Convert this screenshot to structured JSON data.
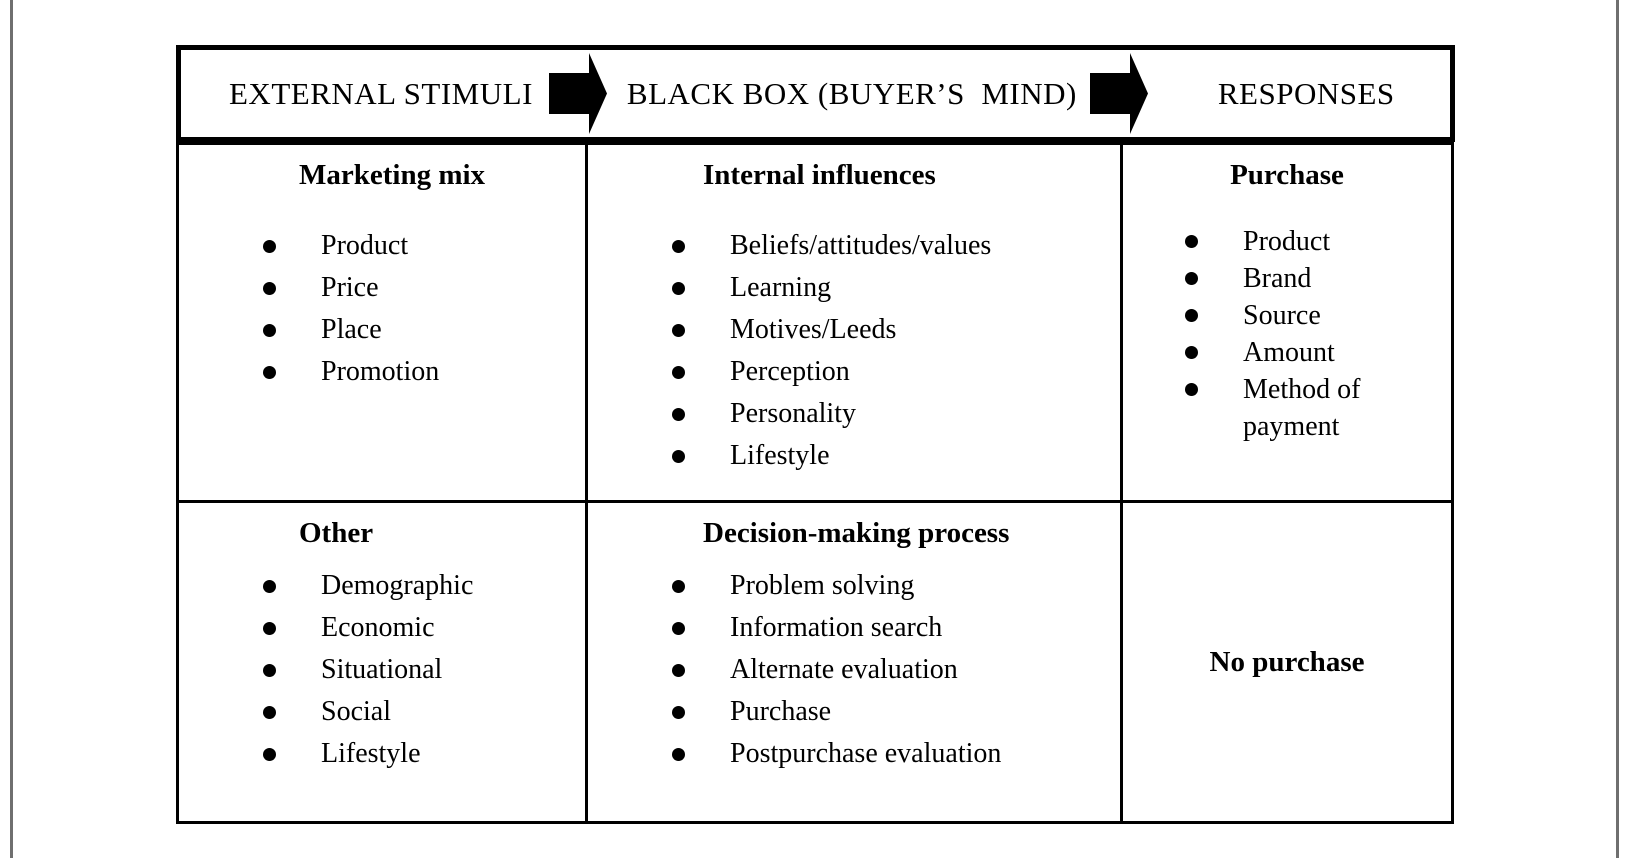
{
  "header": {
    "stimuli": "EXTERNAL STIMULI",
    "blackbox": "BLACK BOX (BUYER’S  MIND)",
    "responses": "RESPONSES",
    "arrow_icon": "block-arrow-right"
  },
  "cells": {
    "marketing_mix": {
      "title": "Marketing mix",
      "items": [
        "Product",
        "Price",
        "Place",
        "Promotion"
      ]
    },
    "internal_influences": {
      "title": "Internal influences",
      "items": [
        "Beliefs/attitudes/values",
        "Learning",
        "Motives/Leeds",
        "Perception",
        "Personality",
        "Lifestyle"
      ]
    },
    "purchase": {
      "title": "Purchase",
      "items": [
        "Product",
        "Brand",
        "Source",
        "Amount",
        "Method of payment"
      ]
    },
    "other": {
      "title": "Other",
      "items": [
        "Demographic",
        "Economic",
        "Situational",
        "Social",
        "Lifestyle"
      ]
    },
    "decision_making": {
      "title": "Decision-making process",
      "items": [
        "Problem solving",
        "Information search",
        "Alternate evaluation",
        "Purchase",
        "Postpurchase evaluation"
      ]
    },
    "no_purchase": {
      "title": "No purchase"
    }
  },
  "colors": {
    "ink": "#000000",
    "background": "#ffffff",
    "page_edge": "#6f6f6f"
  }
}
